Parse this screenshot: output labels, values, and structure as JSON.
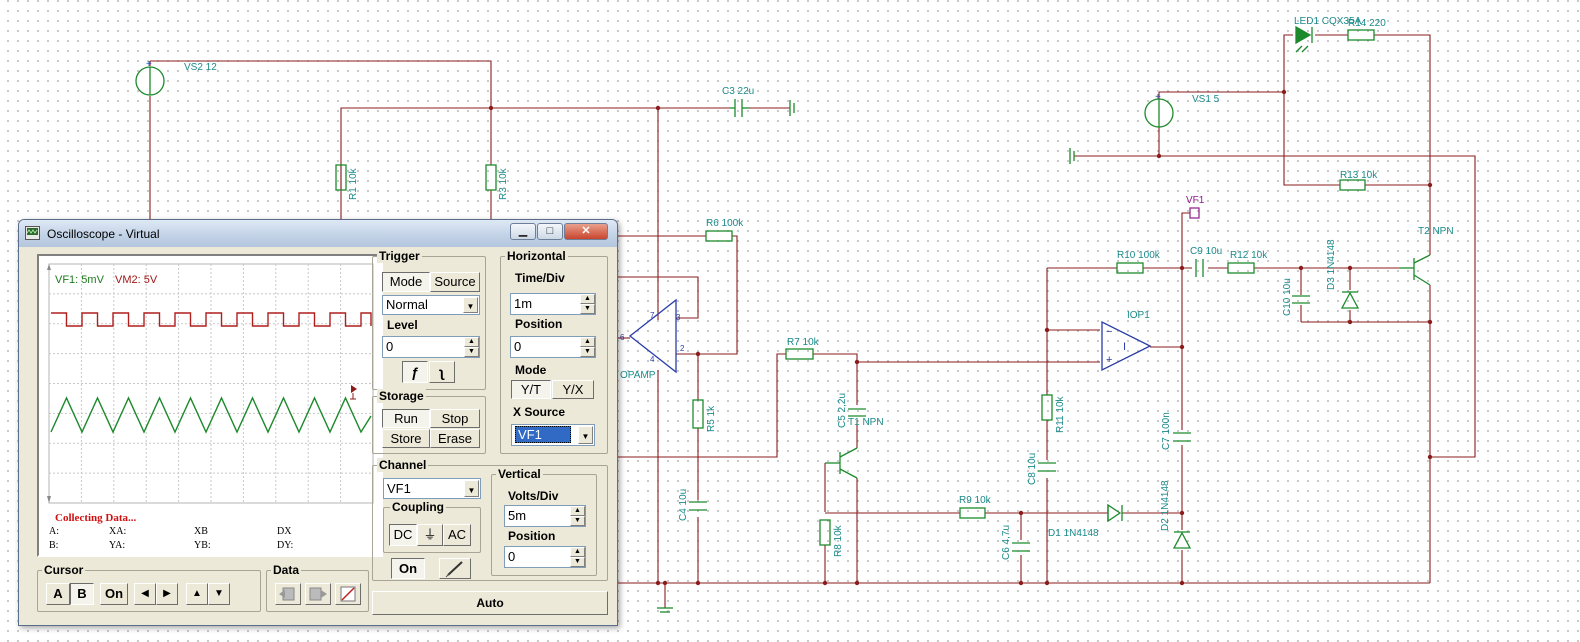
{
  "schematic": {
    "labels": {
      "vs2": "VS2 12",
      "vs1": "VS1 5",
      "led1": "LED1 CQX35A",
      "r14": "R14 220",
      "c3": "C3 22u",
      "r1": "R1 10k",
      "r3": "R3 10k",
      "r6": "R6 100k",
      "r5": "R5 1k",
      "c4": "C4 10u",
      "r7": "R7 10k",
      "c5": "C5 2,2u",
      "t1": "T1 NPN",
      "r8": "R8 10k",
      "r9": "R9 10k",
      "c6": "C6 4,7u",
      "d1": "D1 1N4148",
      "r11": "R11 10k",
      "c8": "C8 10u",
      "iop1": "IOP1",
      "r10": "R10 100k",
      "c9": "C9 10u",
      "r12": "R12 10k",
      "vf1": "VF1",
      "c10": "C10 10u",
      "d3": "D3 1N4148",
      "t2": "T2 NPN",
      "r13": "R13 10k",
      "c7": "C7 100n",
      "d2": "D2 1N4148",
      "opamp": "OPAMP",
      "pin3": "3",
      "pin2": "2",
      "pin7": "7",
      "pin4": "4",
      "pin6": "6"
    }
  },
  "oscilloscope": {
    "title": "Oscilloscope - Virtual",
    "screen": {
      "vf1_label": "VF1: 5mV",
      "vm2_label": "VM2: 5V",
      "status": "Collecting Data...",
      "readouts": [
        "A:",
        "XA:",
        "XB",
        "DX",
        "B:",
        "YA:",
        "YB:",
        "DY:"
      ]
    },
    "trigger": {
      "title": "Trigger",
      "mode_label": "Mode",
      "source_label": "Source",
      "mode_value": "Normal",
      "level_label": "Level",
      "level_value": "0"
    },
    "horizontal": {
      "title": "Horizontal",
      "timediv_label": "Time/Div",
      "timediv_value": "1m",
      "position_label": "Position",
      "position_value": "0",
      "mode_label": "Mode",
      "yt_label": "Y/T",
      "yx_label": "Y/X",
      "xsource_label": "X Source",
      "xsource_value": "VF1"
    },
    "storage": {
      "title": "Storage",
      "run": "Run",
      "stop": "Stop",
      "store": "Store",
      "erase": "Erase"
    },
    "channel": {
      "title": "Channel",
      "value": "VF1",
      "coupling_title": "Coupling",
      "dc": "DC",
      "gnd": "⏚",
      "ac": "AC",
      "on": "On"
    },
    "vertical": {
      "title": "Vertical",
      "voltsdiv_label": "Volts/Div",
      "voltsdiv_value": "5m",
      "position_label": "Position",
      "position_value": "0"
    },
    "cursor": {
      "title": "Cursor",
      "a": "A",
      "b": "B",
      "on": "On"
    },
    "data_title": "Data",
    "auto_label": "Auto",
    "colors": {
      "square_wave": "#b01e1e",
      "triangle_wave": "#1c8a2c"
    }
  }
}
